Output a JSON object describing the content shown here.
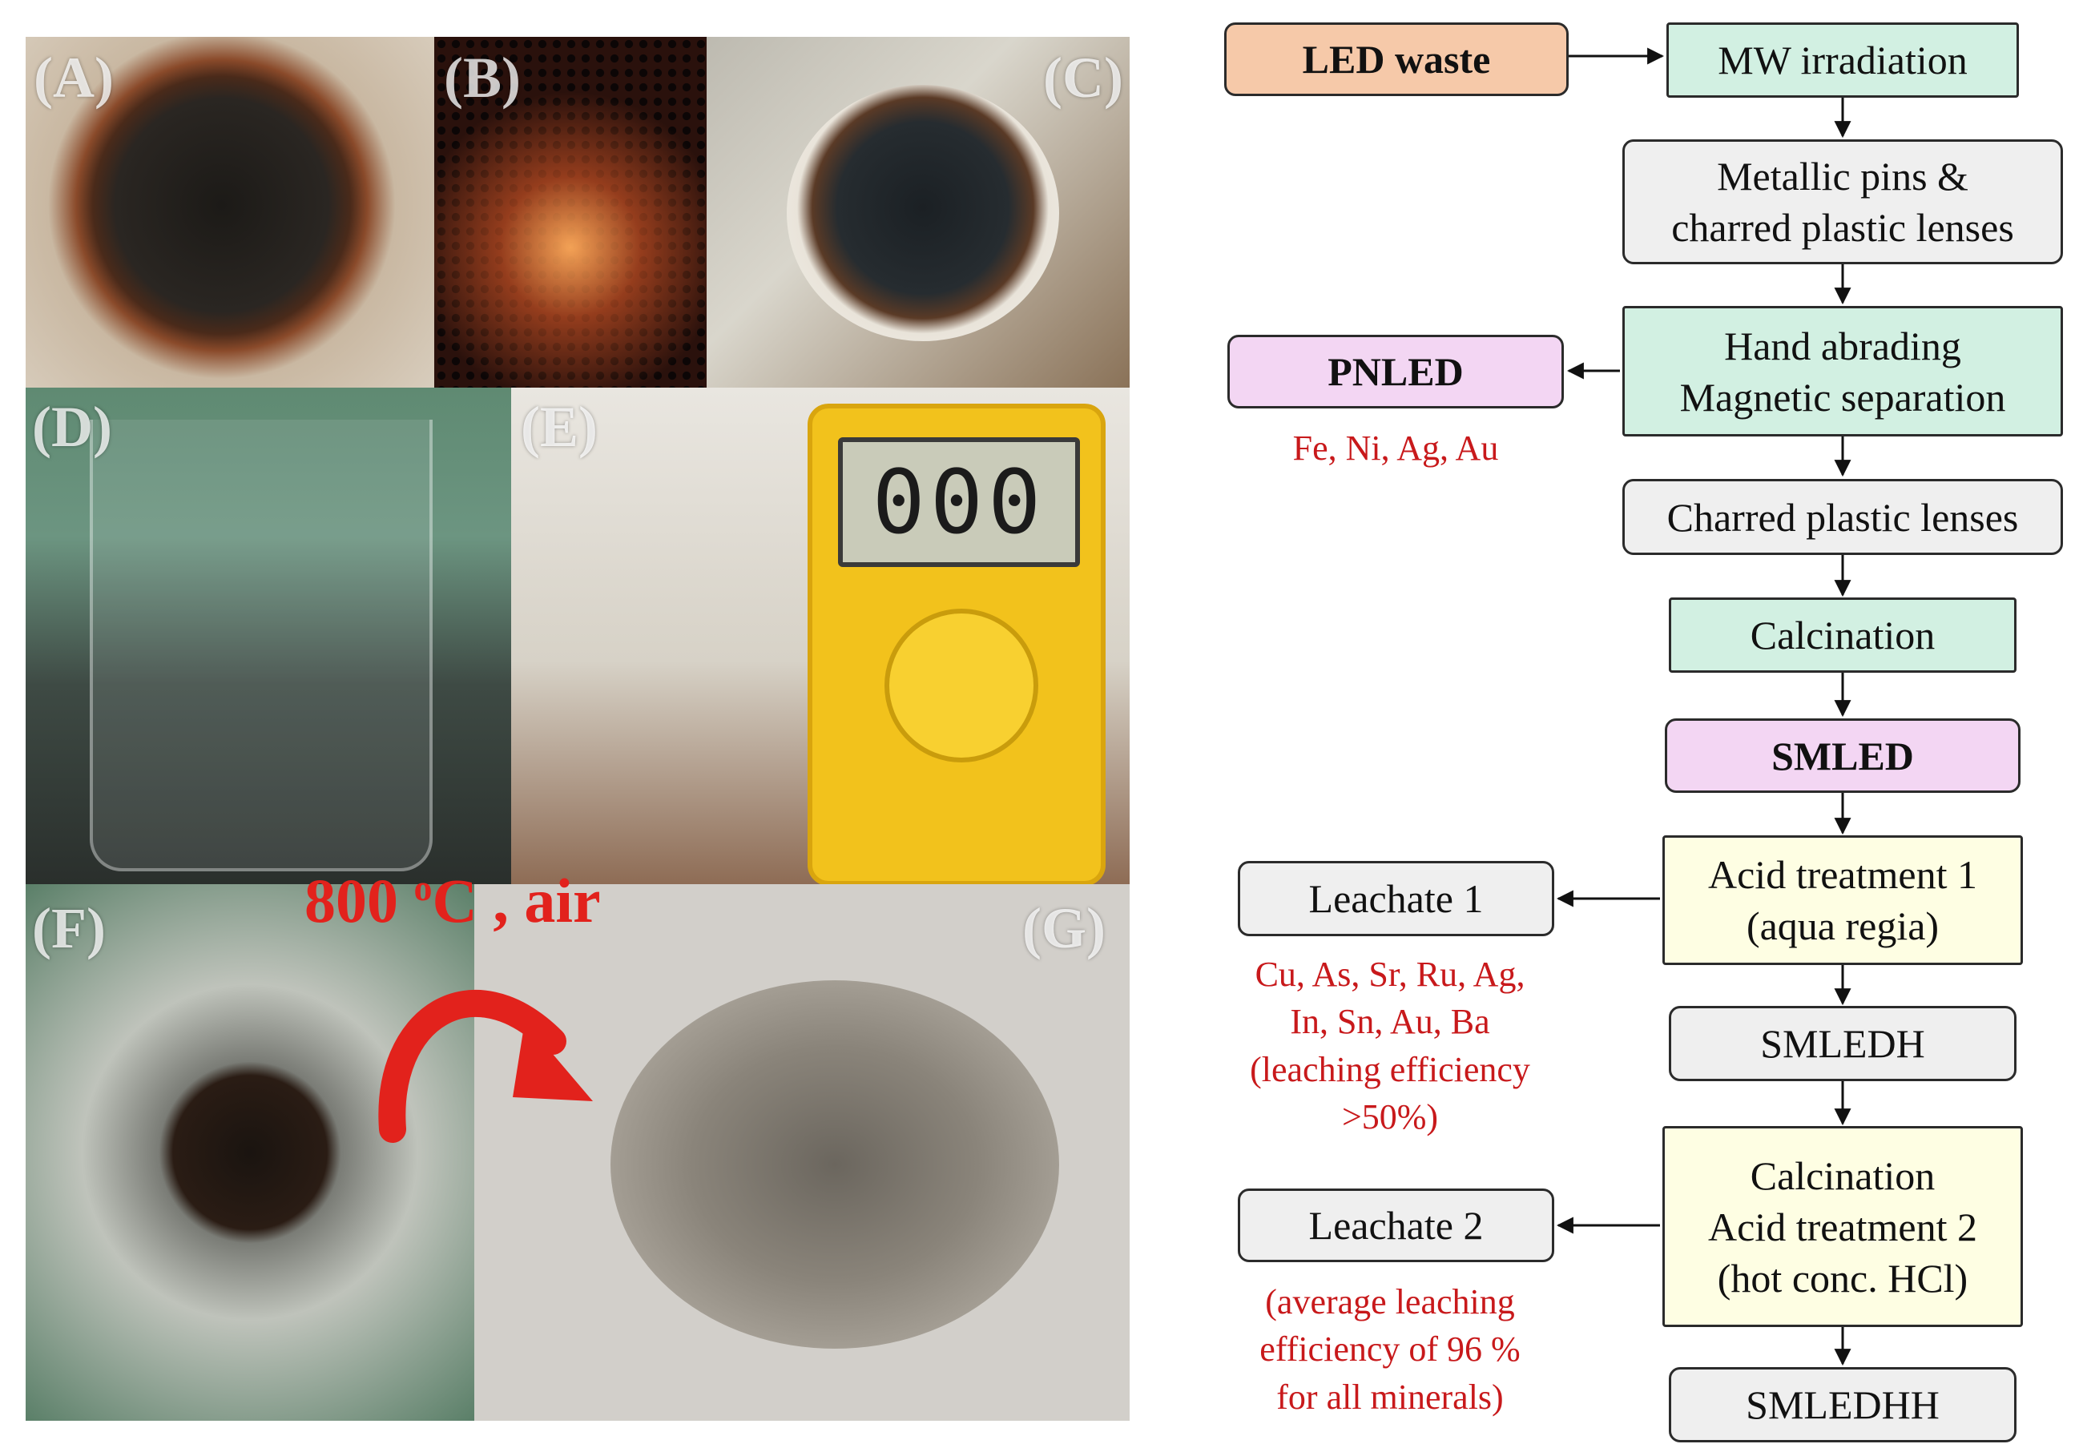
{
  "photos": {
    "panels": [
      "(A)",
      "(B)",
      "(C)",
      "(D)",
      "(E)",
      "(F)",
      "(G)"
    ],
    "multimeter_reading": "000",
    "annotation": {
      "value": "800 ",
      "unit_sup": "o",
      "rest": "C , air"
    }
  },
  "flow": {
    "led_waste": "LED waste",
    "mw_irradiation": "MW irradiation",
    "metallic_pins": "Metallic pins &\ncharred plastic lenses",
    "hand_abrading": "Hand abrading\nMagnetic separation",
    "pnled": "PNLED",
    "pnled_note": "Fe, Ni, Ag, Au",
    "charred_lenses": "Charred plastic lenses",
    "calcination": "Calcination",
    "smled": "SMLED",
    "acid1": "Acid treatment 1\n(aqua regia)",
    "leachate1": "Leachate 1",
    "leachate1_note": "Cu, As, Sr, Ru, Ag,\nIn, Sn, Au, Ba\n(leaching efficiency\n>50%)",
    "smledh": "SMLEDH",
    "acid2": "Calcination\nAcid treatment 2\n(hot conc. HCl)",
    "leachate2": "Leachate 2",
    "leachate2_note": "(average leaching\nefficiency of 96 %\nfor all minerals)",
    "smledhh": "SMLEDHH"
  },
  "colors": {
    "orange": "#f6c9a9",
    "green": "#d2f0e2",
    "gray": "#efefef",
    "purple": "#f3d6f3",
    "yellow": "#fefee3",
    "note_red": "#c8191b"
  }
}
